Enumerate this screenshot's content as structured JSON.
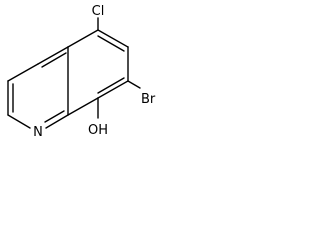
{
  "molecule": {
    "atoms": {
      "chlorine": "Cl",
      "bromine": "Br",
      "nitrogen": "N",
      "hydroxyl": "OH"
    }
  },
  "colors": {
    "bond": "#000000",
    "label": "#000000",
    "background": "#ffffff"
  }
}
